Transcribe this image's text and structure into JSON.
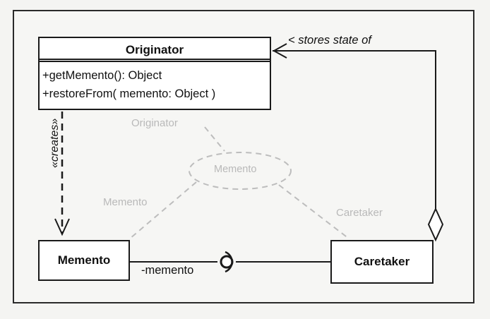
{
  "classes": {
    "originator": {
      "name": "Originator",
      "operations": [
        "+getMemento(): Object",
        "+restoreFrom( memento: Object )"
      ]
    },
    "memento": {
      "name": "Memento"
    },
    "caretaker": {
      "name": "Caretaker"
    }
  },
  "relations": {
    "stores_state": "< stores state of",
    "creates": "«creates»",
    "memento_role": "-memento"
  },
  "collaboration": {
    "name": "Memento",
    "roles": {
      "originator": "Originator",
      "memento": "Memento",
      "caretaker": "Caretaker"
    }
  },
  "colors": {
    "ink": "#1a1a1a",
    "faint": "#b9b9b9",
    "background": "#f6f6f4"
  }
}
